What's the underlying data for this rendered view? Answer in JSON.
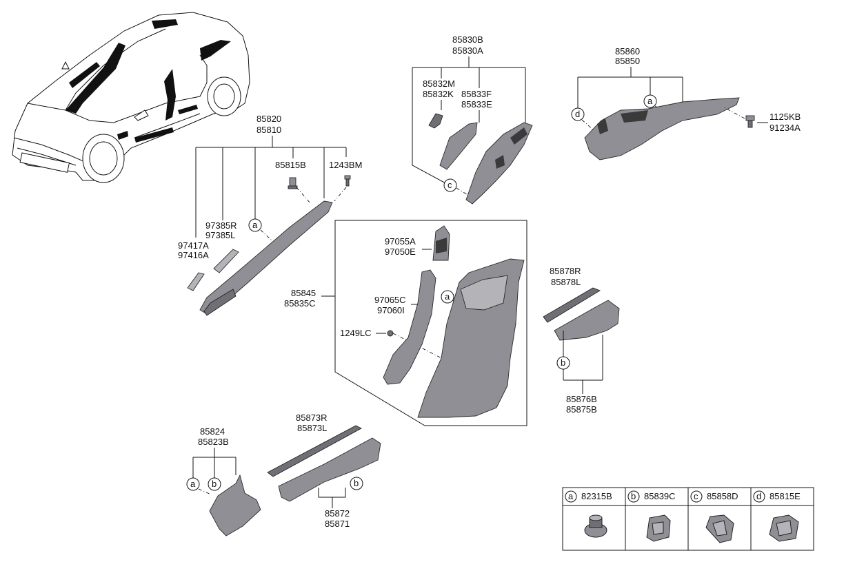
{
  "callouts": {
    "a_pillar": [
      "85820",
      "85810"
    ],
    "pillar_bracket": "85815B",
    "pillar_screw": "1243BM",
    "grille_r": [
      "97385R",
      "97385L"
    ],
    "grille_l": [
      "97417A",
      "97416A"
    ],
    "c_pillar": [
      "85830B",
      "85830A"
    ],
    "c_sub1": [
      "85832M",
      "85832K"
    ],
    "c_sub2": [
      "85833F",
      "85833E"
    ],
    "d_pillar": [
      "85860",
      "85850"
    ],
    "d_screw": [
      "1125KB",
      "91234A"
    ],
    "b_pillar": [
      "85845",
      "85835C"
    ],
    "b_sub1": [
      "97055A",
      "97050E"
    ],
    "b_sub2": [
      "97065C",
      "97060I"
    ],
    "b_screw": "1249LC",
    "rear_scuff_top": [
      "85878R",
      "85878L"
    ],
    "rear_scuff": [
      "85876B",
      "85875B"
    ],
    "front_scuff_top": [
      "85873R",
      "85873L"
    ],
    "front_scuff": [
      "85872",
      "85871"
    ],
    "cowl": [
      "85824",
      "85823B"
    ]
  },
  "markers": {
    "a": "a",
    "b": "b",
    "c": "c",
    "d": "d"
  },
  "legend": [
    {
      "letter": "a",
      "part": "82315B"
    },
    {
      "letter": "b",
      "part": "85839C"
    },
    {
      "letter": "c",
      "part": "85858D"
    },
    {
      "letter": "d",
      "part": "85815E"
    }
  ]
}
